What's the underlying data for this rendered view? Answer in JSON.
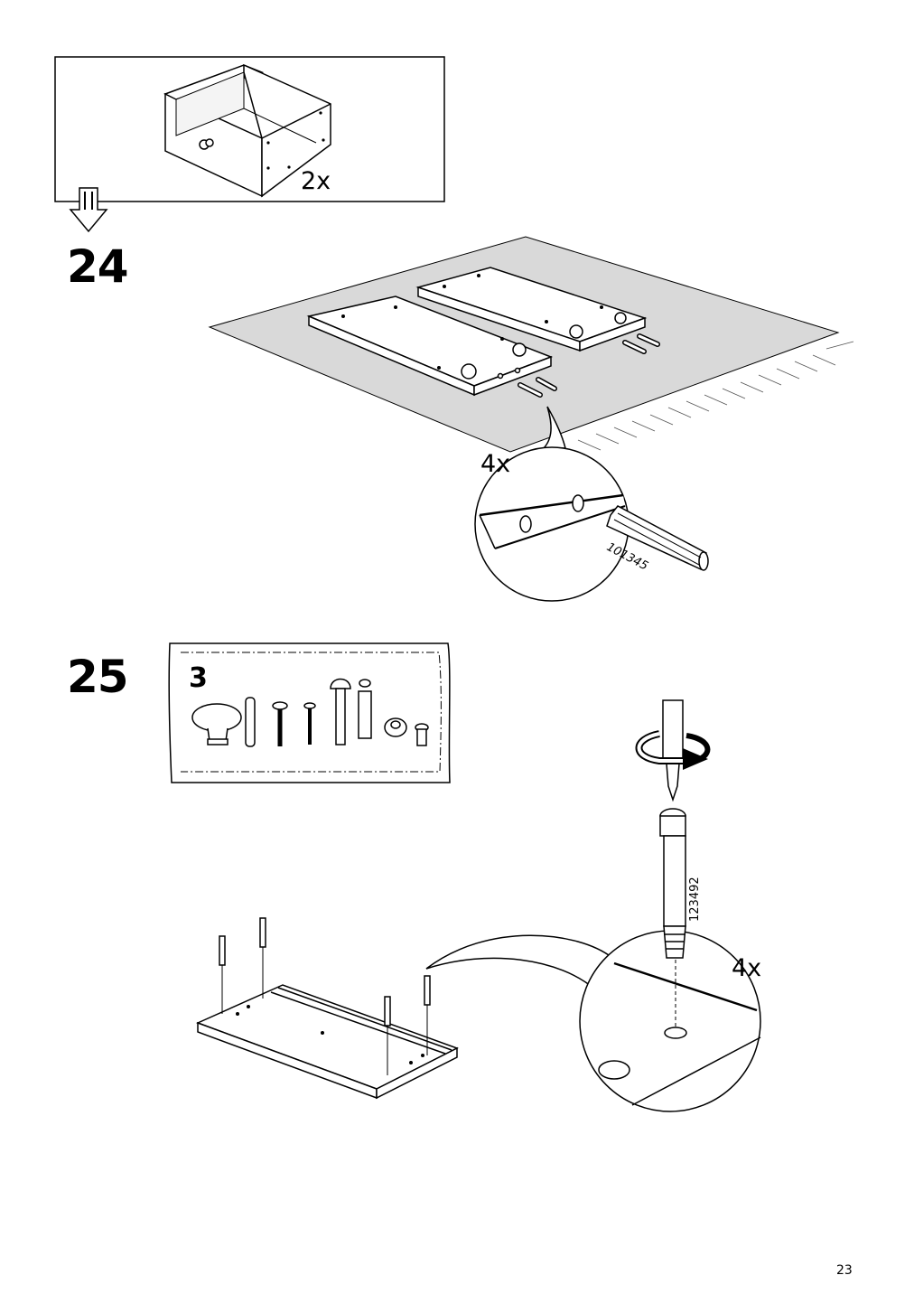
{
  "previous_step": {
    "quantity": "2x"
  },
  "step24": {
    "number": "24",
    "detail_quantity": "4x",
    "part_number": "101345"
  },
  "step25": {
    "number": "25",
    "hardware_bag_number": "3",
    "detail_quantity": "4x",
    "part_number": "123492"
  },
  "footer": {
    "page_number": "23"
  },
  "colors": {
    "rug": "#d9d9d9",
    "line": "#000000",
    "background": "#ffffff"
  }
}
